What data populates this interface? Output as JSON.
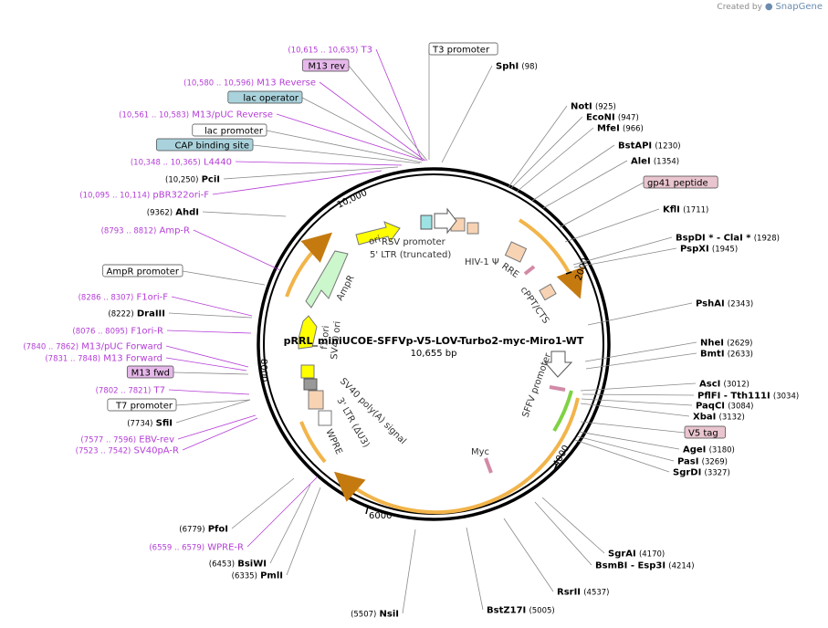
{
  "credit": {
    "created_by": "Created by",
    "brand": "SnapGene"
  },
  "plasmid": {
    "name": "pRRL_miniUCOE-SFFVp-V5-LOV-Turbo2-myc-Miro1-WT",
    "length": "10,655 bp"
  },
  "ticks": [
    "2000",
    "4000",
    "6000",
    "8000",
    "10,000"
  ],
  "features": [
    {
      "label": "RSV promoter"
    },
    {
      "label": "5' LTR (truncated)"
    },
    {
      "label": "HIV-1 Ψ"
    },
    {
      "label": "RRE"
    },
    {
      "label": "cPPT/CTS"
    },
    {
      "label": "SFFV promoter"
    },
    {
      "label": "Myc"
    },
    {
      "label": "WPRE"
    },
    {
      "label": "3' LTR (ΔU3)"
    },
    {
      "label": "SV40 poly(A) signal"
    },
    {
      "label": "SV40 ori"
    },
    {
      "label": "f1 ori"
    },
    {
      "label": "AmpR"
    },
    {
      "label": "ori"
    }
  ],
  "labels": [
    {
      "text": "T3",
      "coord": "(10,615 .. 10,635)",
      "kind": "primer",
      "side": "left"
    },
    {
      "text": "T3 promoter",
      "kind": "boxed",
      "side": "right",
      "box": "#ffffff"
    },
    {
      "text": "SphI",
      "coord": "(98)",
      "kind": "site",
      "side": "right"
    },
    {
      "text": "M13 rev",
      "kind": "boxed",
      "side": "left",
      "box": "#e6b8ea"
    },
    {
      "text": "M13 Reverse",
      "coord": "(10,580 .. 10,596)",
      "kind": "primer",
      "side": "left"
    },
    {
      "text": "lac operator",
      "kind": "boxed",
      "side": "left",
      "box": "#a9d2dc"
    },
    {
      "text": "M13/pUC Reverse",
      "coord": "(10,561 .. 10,583)",
      "kind": "primer",
      "side": "left"
    },
    {
      "text": "lac promoter",
      "kind": "boxed",
      "side": "left",
      "box": "#ffffff"
    },
    {
      "text": "CAP binding site",
      "kind": "boxed",
      "side": "left",
      "box": "#a9d2dc"
    },
    {
      "text": "L4440",
      "coord": "(10,348 .. 10,365)",
      "kind": "primer",
      "side": "left"
    },
    {
      "text": "PciI",
      "coord": "(10,250)",
      "kind": "site",
      "side": "left"
    },
    {
      "text": "pBR322ori-F",
      "coord": "(10,095 .. 10,114)",
      "kind": "primer",
      "side": "left"
    },
    {
      "text": "AhdI",
      "coord": "(9362)",
      "kind": "site",
      "side": "left"
    },
    {
      "text": "Amp-R",
      "coord": "(8793 .. 8812)",
      "kind": "primer",
      "side": "left"
    },
    {
      "text": "AmpR promoter",
      "kind": "boxed",
      "side": "left",
      "box": "#ffffff"
    },
    {
      "text": "F1ori-F",
      "coord": "(8286 .. 8307)",
      "kind": "primer",
      "side": "left"
    },
    {
      "text": "DraIII",
      "coord": "(8222)",
      "kind": "site",
      "side": "left"
    },
    {
      "text": "F1ori-R",
      "coord": "(8076 .. 8095)",
      "kind": "primer",
      "side": "left"
    },
    {
      "text": "M13/pUC Forward",
      "coord": "(7840 .. 7862)",
      "kind": "primer",
      "side": "left"
    },
    {
      "text": "M13 Forward",
      "coord": "(7831 .. 7848)",
      "kind": "primer",
      "side": "left"
    },
    {
      "text": "M13 fwd",
      "kind": "boxed",
      "side": "left",
      "box": "#e6b8ea"
    },
    {
      "text": "T7",
      "coord": "(7802 .. 7821)",
      "kind": "primer",
      "side": "left"
    },
    {
      "text": "T7 promoter",
      "kind": "boxed",
      "side": "left",
      "box": "#ffffff"
    },
    {
      "text": "SfiI",
      "coord": "(7734)",
      "kind": "site",
      "side": "left"
    },
    {
      "text": "EBV-rev",
      "coord": "(7577 .. 7596)",
      "kind": "primer",
      "side": "left"
    },
    {
      "text": "SV40pA-R",
      "coord": "(7523 .. 7542)",
      "kind": "primer",
      "side": "left"
    },
    {
      "text": "PfoI",
      "coord": "(6779)",
      "kind": "site",
      "side": "left"
    },
    {
      "text": "WPRE-R",
      "coord": "(6559 .. 6579)",
      "kind": "primer",
      "side": "left"
    },
    {
      "text": "BsiWI",
      "coord": "(6453)",
      "kind": "site",
      "side": "left"
    },
    {
      "text": "PmlI",
      "coord": "(6335)",
      "kind": "site",
      "side": "left"
    },
    {
      "text": "NsiI",
      "coord": "(5507)",
      "kind": "site",
      "side": "left"
    },
    {
      "text": "BstZ17I",
      "coord": "(5005)",
      "kind": "site",
      "side": "right"
    },
    {
      "text": "RsrII",
      "coord": "(4537)",
      "kind": "site",
      "side": "right"
    },
    {
      "text": "BsmBI - Esp3I",
      "coord": "(4214)",
      "kind": "site",
      "side": "right"
    },
    {
      "text": "SgrAI",
      "coord": "(4170)",
      "kind": "site",
      "side": "right"
    },
    {
      "text": "SgrDI",
      "coord": "(3327)",
      "kind": "site",
      "side": "right"
    },
    {
      "text": "PasI",
      "coord": "(3269)",
      "kind": "site",
      "side": "right"
    },
    {
      "text": "AgeI",
      "coord": "(3180)",
      "kind": "site",
      "side": "right"
    },
    {
      "text": "V5 tag",
      "kind": "boxed",
      "side": "right",
      "box": "#e9c5cf"
    },
    {
      "text": "XbaI",
      "coord": "(3132)",
      "kind": "site",
      "side": "right"
    },
    {
      "text": "PaqCI",
      "coord": "(3084)",
      "kind": "site",
      "side": "right"
    },
    {
      "text": "PflFI - Tth111I",
      "coord": "(3034)",
      "kind": "site",
      "side": "right"
    },
    {
      "text": "AscI",
      "coord": "(3012)",
      "kind": "site",
      "side": "right"
    },
    {
      "text": "BmtI",
      "coord": "(2633)",
      "kind": "site",
      "side": "right"
    },
    {
      "text": "NheI",
      "coord": "(2629)",
      "kind": "site",
      "side": "right"
    },
    {
      "text": "PshAI",
      "coord": "(2343)",
      "kind": "site",
      "side": "right"
    },
    {
      "text": "PspXI",
      "coord": "(1945)",
      "kind": "site",
      "side": "right"
    },
    {
      "text": "BspDI * - ClaI *",
      "coord": "(1928)",
      "kind": "site",
      "side": "right"
    },
    {
      "text": "KflI",
      "coord": "(1711)",
      "kind": "site",
      "side": "right"
    },
    {
      "text": "gp41 peptide",
      "kind": "boxed",
      "side": "right",
      "box": "#e9c5cf"
    },
    {
      "text": "AleI",
      "coord": "(1354)",
      "kind": "site",
      "side": "right"
    },
    {
      "text": "BstAPI",
      "coord": "(1230)",
      "kind": "site",
      "side": "right"
    },
    {
      "text": "MfeI",
      "coord": "(966)",
      "kind": "site",
      "side": "right"
    },
    {
      "text": "EcoNI",
      "coord": "(947)",
      "kind": "site",
      "side": "right"
    },
    {
      "text": "NotI",
      "coord": "(925)",
      "kind": "site",
      "side": "right"
    }
  ]
}
